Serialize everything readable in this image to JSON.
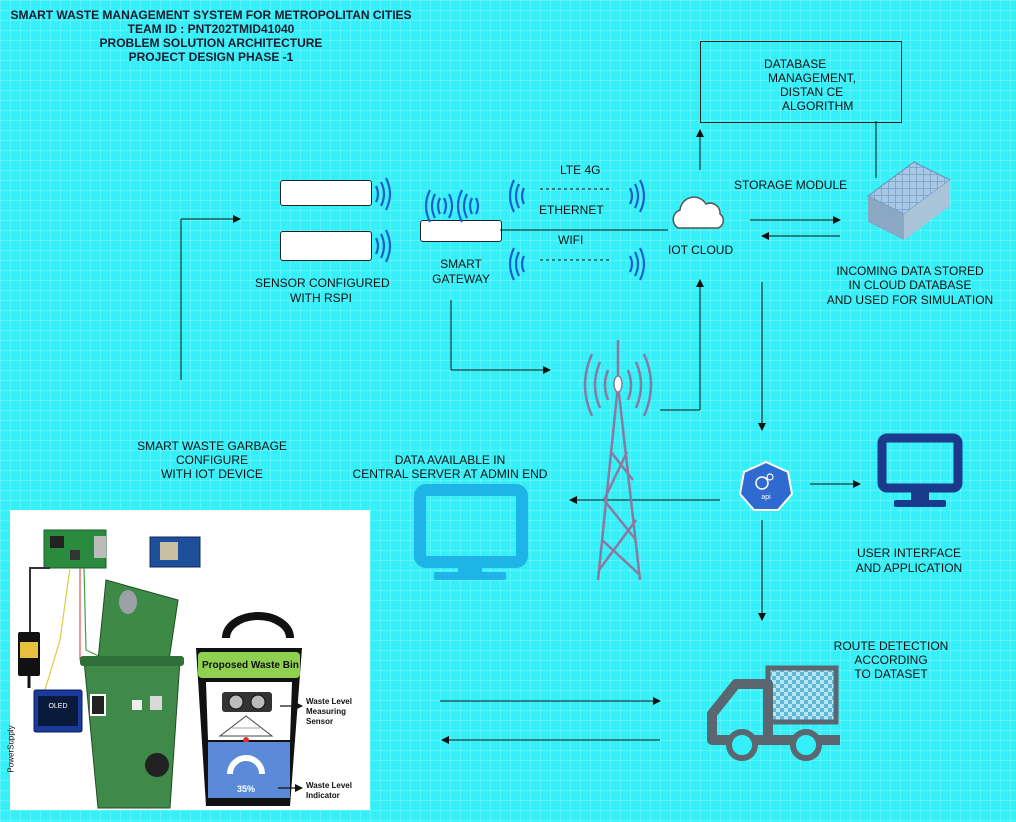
{
  "header": {
    "line1": "SMART WASTE MANAGEMENT SYSTEM FOR METROPOLITAN CITIES",
    "line2": "TEAM ID :  PNT202TMID41040",
    "line3": "PROBLEM SOLUTION ARCHITECTURE",
    "line4": "PROJECT DESIGN PHASE -1"
  },
  "labels": {
    "database_line1": "DATABASE",
    "database_line2": "MANAGEMENT,",
    "database_line3": "DISTAN CE",
    "database_line4": "ALGORITHM",
    "lte": "LTE 4G",
    "ethernet": "ETHERNET",
    "wifi": "WIFI",
    "storage": "STORAGE MODULE",
    "iot_cloud": "IOT CLOUD",
    "sensor_line1": "SENSOR CONFIGURED",
    "sensor_line2": "WITH RSPI",
    "gateway_line1": "SMART",
    "gateway_line2": "GATEWAY",
    "incoming_line1": "INCOMING DATA STORED",
    "incoming_line2": "IN CLOUD DATABASE",
    "incoming_line3": "AND USED FOR SIMULATION",
    "garbage_line1": "SMART WASTE GARBAGE",
    "garbage_line2": "CONFIGURE",
    "garbage_line3": "WITH IOT DEVICE",
    "central_line1": "DATA AVAILABLE IN",
    "central_line2": "CENTRAL SERVER AT ADMIN END",
    "ui_line1": "USER INTERFACE",
    "ui_line2": "AND APPLICATION",
    "route_line1": "ROUTE DETECTION",
    "route_line2": "ACCORDING",
    "route_line3": "TO DATASET",
    "api": "api"
  },
  "photo": {
    "bin_title": "Proposed Waste Bin",
    "sensor_label_1": "Waste Level",
    "sensor_label_2": "Measuring",
    "sensor_label_3": "Sensor",
    "indicator_label_1": "Waste Level",
    "indicator_label_2": "Indicator",
    "fill_percent": "35%",
    "oled_label": "OLED",
    "power_label": "PowerSupply"
  },
  "colors": {
    "background": "#34f0f8",
    "monitor_admin": "#1fb4e8",
    "monitor_user": "#1b3a8c",
    "truck": "#5a6670",
    "api_badge": "#2f6ad0"
  }
}
